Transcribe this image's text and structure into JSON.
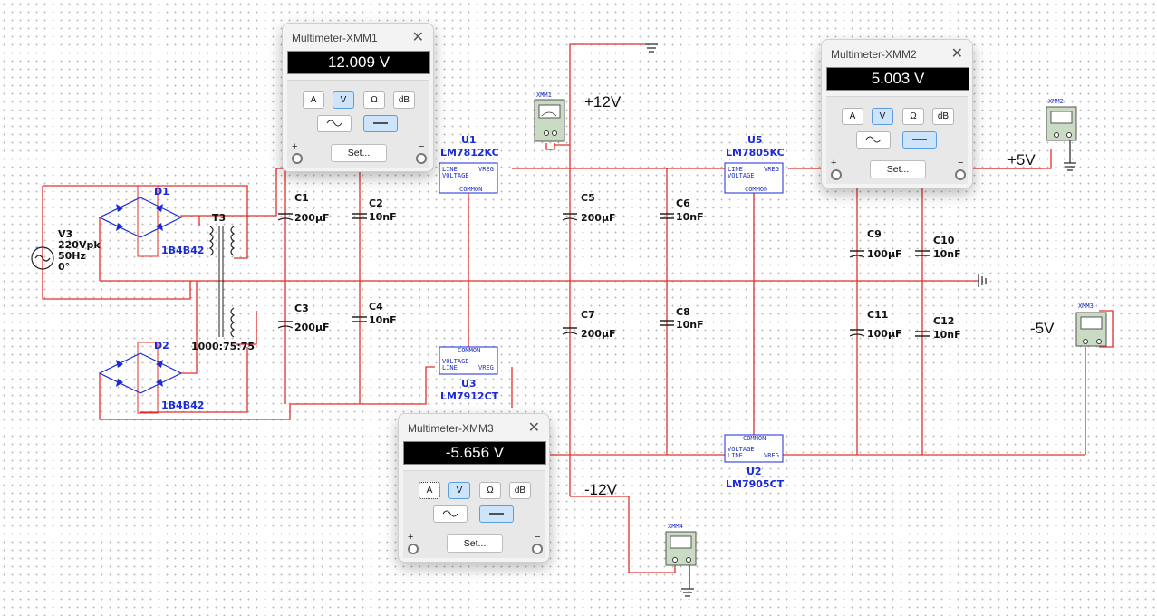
{
  "voltage_labels": {
    "pos12": "+12V",
    "neg12": "-12V",
    "pos5": "+5V",
    "neg5": "-5V"
  },
  "source": {
    "name": "V3",
    "amplitude": "220Vpk",
    "freq": "50Hz",
    "phase": "0°"
  },
  "transformer": {
    "name": "T3",
    "ratio": "1000:75:75"
  },
  "bridges": [
    {
      "name": "D1",
      "part": "1B4B42"
    },
    {
      "name": "D2",
      "part": "1B4B42"
    }
  ],
  "capacitors": [
    {
      "name": "C1",
      "value": "200µF"
    },
    {
      "name": "C2",
      "value": "10nF"
    },
    {
      "name": "C3",
      "value": "200µF"
    },
    {
      "name": "C4",
      "value": "10nF"
    },
    {
      "name": "C5",
      "value": "200µF"
    },
    {
      "name": "C6",
      "value": "10nF"
    },
    {
      "name": "C7",
      "value": "200µF"
    },
    {
      "name": "C8",
      "value": "10nF"
    },
    {
      "name": "C9",
      "value": "100µF"
    },
    {
      "name": "C10",
      "value": "10nF"
    },
    {
      "name": "C11",
      "value": "100µF"
    },
    {
      "name": "C12",
      "value": "10nF"
    }
  ],
  "regulators": [
    {
      "name": "U1",
      "part": "LM7812KC"
    },
    {
      "name": "U3",
      "part": "LM7912CT"
    },
    {
      "name": "U5",
      "part": "LM7805KC"
    },
    {
      "name": "U2",
      "part": "LM7905CT"
    }
  ],
  "reg_pins": {
    "line": "LINE",
    "voltage": "VOLTAGE",
    "vreg": "VREG",
    "common": "COMMON"
  },
  "meter_icons": [
    "XMM1",
    "XMM2",
    "XMM3",
    "XMM4"
  ],
  "multimeters": [
    {
      "title": "Multimeter-XMM1",
      "reading": "12.009 V"
    },
    {
      "title": "Multimeter-XMM2",
      "reading": "5.003 V"
    },
    {
      "title": "Multimeter-XMM3",
      "reading": "-5.656 V"
    }
  ],
  "mm_controls": {
    "amp": "A",
    "volt": "V",
    "ohm": "Ω",
    "db": "dB",
    "set": "Set...",
    "plus": "+",
    "minus": "−",
    "close": "✕"
  },
  "colors": {
    "wire": "#e0302c",
    "component_text": "#1a2bd6",
    "selected_button": "#cde4fa"
  }
}
